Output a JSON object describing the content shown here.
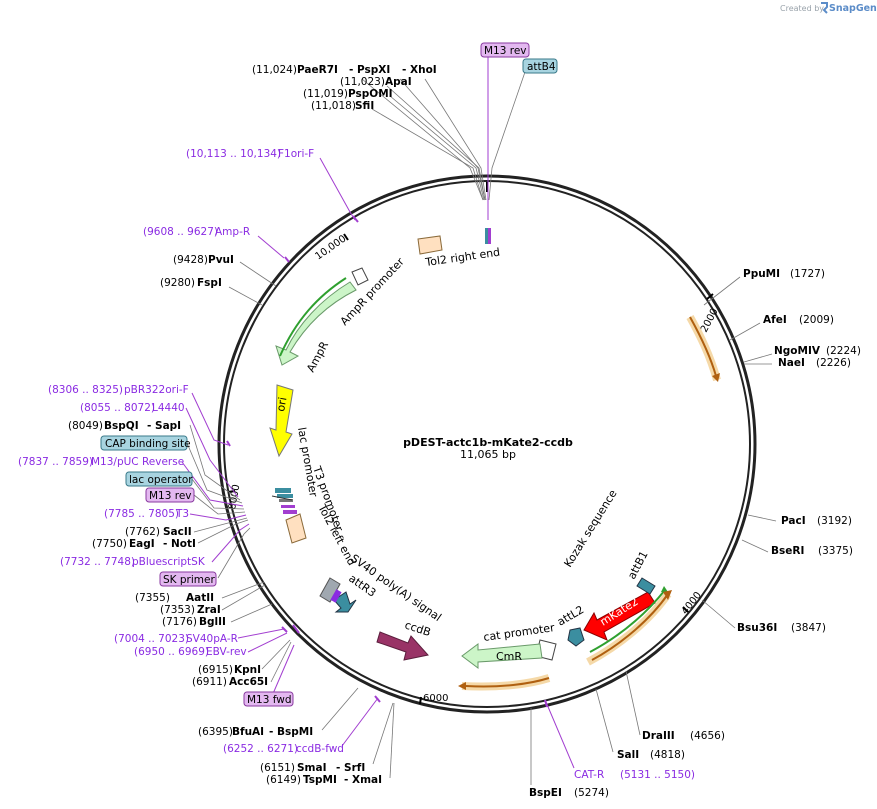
{
  "watermark": {
    "created_by": "Created by",
    "brand": "SnapGene"
  },
  "plasmid": {
    "name": "pDEST-actc1b-mKate2-ccdb",
    "size": "11,065 bp"
  },
  "ticks": [
    "2000",
    "4000",
    "6000",
    "8000",
    "10,000"
  ],
  "sites": {
    "paer7i": "PaeR7I",
    "paer7i_pos": "(11,024)",
    "pspxi": "- PspXI",
    "xhoi": "- XhoI",
    "apai": "ApaI",
    "apai_pos": "(11,023)",
    "pspomi": "PspOMI",
    "pspomi_pos": "(11,019)",
    "sfii": "SfiI",
    "sfii_pos": "(11,018)",
    "pvui": "PvuI",
    "pvui_pos": "(9428)",
    "fspi": "FspI",
    "fspi_pos": "(9280)",
    "bspqi": "BspQI",
    "sapi": "- SapI",
    "bspqi_pos": "(8049)",
    "sacii": "SacII",
    "sacii_pos": "(7762)",
    "eagi": "EagI",
    "noti": "- NotI",
    "eagi_pos": "(7750)",
    "aatii": "AatII",
    "aatii_pos": "(7355)",
    "zrai": "ZraI",
    "zrai_pos": "(7353)",
    "bglii": "BglII",
    "bglii_pos": "(7176)",
    "kpni": "KpnI",
    "kpni_pos": "(6915)",
    "acc65i": "Acc65I",
    "acc65i_pos": "(6911)",
    "bfuai": "BfuAI",
    "bspmi": "- BspMI",
    "bfuai_pos": "(6395)",
    "smai": "SmaI",
    "srfi": "- SrfI",
    "smai_pos": "(6151)",
    "tspmi": "TspMI",
    "xmai": "- XmaI",
    "tspmi_pos": "(6149)",
    "bspei": "BspEI",
    "bspei_pos": "(5274)",
    "sali": "SalI",
    "sali_pos": "(4818)",
    "draiii": "DraIII",
    "draiii_pos": "(4656)",
    "bsu36i": "Bsu36I",
    "bsu36i_pos": "(3847)",
    "bseri": "BseRI",
    "bseri_pos": "(3375)",
    "paci": "PacI",
    "paci_pos": "(3192)",
    "ngomiv": "NgoMIV",
    "ngomiv_pos": "(2224)",
    "naei": "NaeI",
    "naei_pos": "(2226)",
    "afei": "AfeI",
    "afei_pos": "(2009)",
    "ppumi": "PpuMI",
    "ppumi_pos": "(1727)"
  },
  "primers": {
    "f1ori_range": "(10,113 .. 10,134)",
    "f1ori": "F1ori-F",
    "ampr_range": "(9608 .. 9627)",
    "ampr": "Amp-R",
    "pbr_range": "(8306 .. 8325)",
    "pbr": "pBR322ori-F",
    "l4440_range": "(8055 .. 8072)",
    "l4440": "L4440",
    "m13rev_range": "(7837 .. 7859)",
    "m13rev": "M13/pUC Reverse",
    "t3_range": "(7785 .. 7805)",
    "t3": "T3",
    "pbs_range": "(7732 .. 7748)",
    "pbs": "pBluescriptSK",
    "sv40_range": "(7004 .. 7023)",
    "sv40": "SV40pA-R",
    "ebv_range": "(6950 .. 6969)",
    "ebv": "EBV-rev",
    "ccdb_range": "(6252 .. 6271)",
    "ccdb": "ccdB-fwd",
    "catr_range": "(5131 .. 5150)",
    "catr": "CAT-R"
  },
  "boxes": {
    "m13rev_top": "M13 rev",
    "attb4": "attB4",
    "cap": "CAP binding site",
    "lacop": "lac operator",
    "m13rev_left": "M13 rev",
    "skprimer": "SK primer",
    "m13fwd": "M13 fwd"
  },
  "features": {
    "tol2_right": "Tol2 right end",
    "ampr_promoter": "AmpR promoter",
    "ampr": "AmpR",
    "ori": "ori",
    "lac_promoter": "lac promoter",
    "t3_promoter": "T3 promoter",
    "tol2_left": "Tol2 left end",
    "sv40": "SV40 poly(A) signal",
    "attr3": "attR3",
    "ccdb": "ccdB",
    "cat_promoter": "cat promoter",
    "cmr": "CmR",
    "attl2": "attL2",
    "mkate2": "mKate2",
    "attb1": "attB1",
    "kozak": "Kozak sequence"
  },
  "colors": {
    "ampr": "#ccf5c8",
    "ori": "#ffff00",
    "mkate2": "#ff0000",
    "ccdb": "#993366",
    "cmr": "#ccf5c8",
    "attr": "#3b8ea0",
    "orange": "#e89a2c",
    "green": "#2fa02f",
    "primer": "#a23ed0",
    "tol2": "#ffe0c0"
  }
}
